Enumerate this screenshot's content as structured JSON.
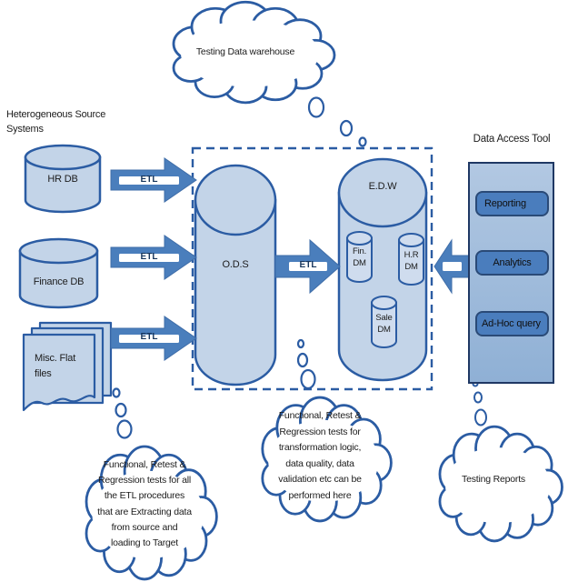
{
  "clouds": {
    "top": {
      "text": "Testing Data warehouse"
    },
    "bottom_left": {
      "text": "Functional, Retest &\nRegression tests for all\nthe ETL procedures\nthat are Extracting data\nfrom source and\nloading to Target"
    },
    "middle": {
      "text": "Functional, Retest &\nRegression tests for\ntransformation logic,\ndata quality, data\nvalidation etc can be\nperformed here"
    },
    "right": {
      "text": "Testing Reports"
    }
  },
  "sources": {
    "heading": "Heterogeneous Source\nSystems",
    "items": [
      {
        "label": "HR DB",
        "shape": "database-cylinder"
      },
      {
        "label": "Finance DB",
        "shape": "database-cylinder"
      },
      {
        "label": "Misc. Flat\nfiles",
        "shape": "flat-files-stack"
      }
    ]
  },
  "pipeline": {
    "etl_label": "ETL"
  },
  "warehouse": {
    "ods_label": "O.D.S",
    "edw_label": "E.D.W",
    "data_marts": [
      {
        "label": "Fin.\nDM"
      },
      {
        "label": "H.R\nDM"
      },
      {
        "label": "Sale\nDM"
      }
    ]
  },
  "access_tool": {
    "heading": "Data Access Tool",
    "buttons": [
      {
        "label": "Reporting"
      },
      {
        "label": "Analytics"
      },
      {
        "label": "Ad-Hoc query"
      }
    ]
  },
  "colors": {
    "outline_blue": "#2b5ca3",
    "shape_fill": "#c3d4e8",
    "arrow_fill": "#4a7ebc",
    "box_fill": "#a9c0de",
    "button_fill": "#4a7dbd",
    "dark_border": "#1f3864",
    "etl_text": "#17365d",
    "text": "#1c1c1c"
  }
}
